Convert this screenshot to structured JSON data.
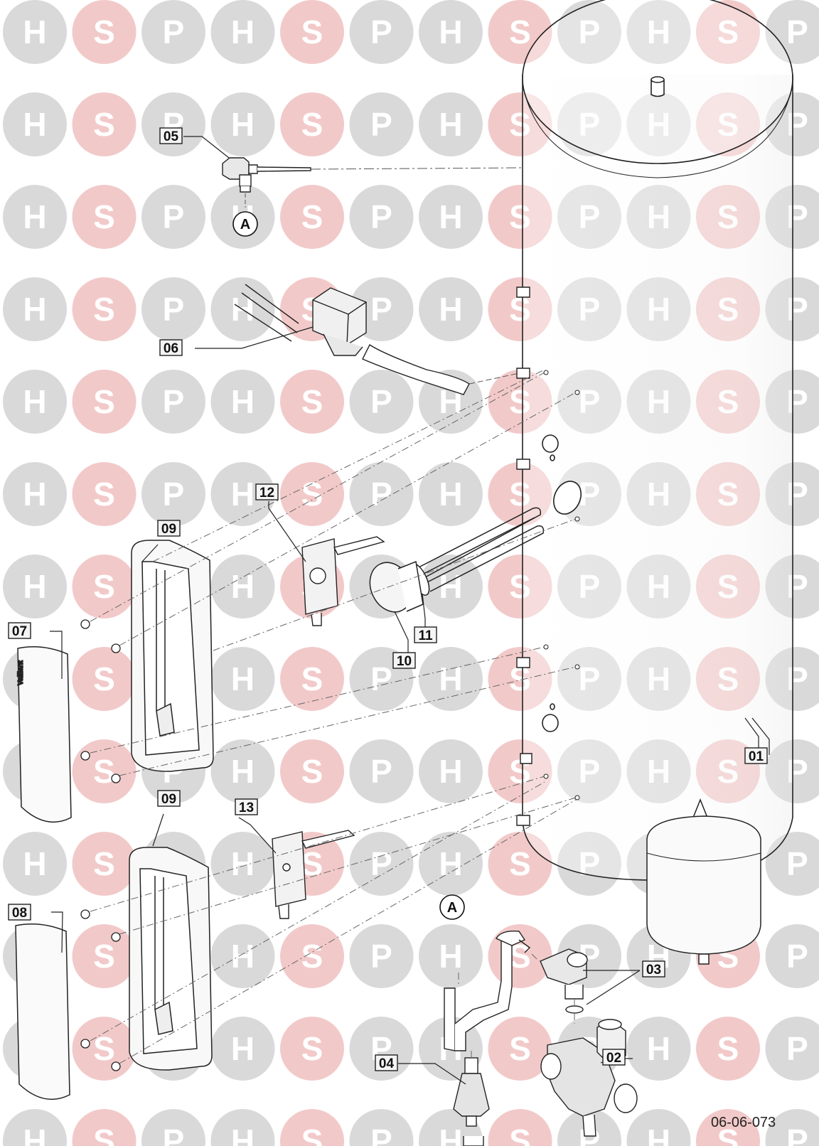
{
  "watermark": {
    "letters": [
      "H",
      "S",
      "P"
    ],
    "colors": {
      "H": "#d9d9d9",
      "S": "#f2c9c9",
      "P": "#d9d9d9"
    },
    "text_colors": {
      "H": "#ffffff",
      "S": "#ffffff",
      "P": "#ffffff"
    }
  },
  "parts": [
    {
      "id": "01",
      "label": "01",
      "item": "expansion-vessel"
    },
    {
      "id": "02",
      "label": "02",
      "item": "inlet-control-group"
    },
    {
      "id": "03",
      "label": "03",
      "item": "expansion-relief-valve"
    },
    {
      "id": "04",
      "label": "04",
      "item": "tundish"
    },
    {
      "id": "05",
      "label": "05",
      "item": "temperature-pressure-relief-valve"
    },
    {
      "id": "06",
      "label": "06",
      "item": "motorised-valve"
    },
    {
      "id": "07",
      "label": "07",
      "item": "upper-front-cover"
    },
    {
      "id": "08",
      "label": "08",
      "item": "lower-front-cover"
    },
    {
      "id": "09",
      "label": "09",
      "item": "cover-frame"
    },
    {
      "id": "10",
      "label": "10",
      "item": "immersion-heater-cap"
    },
    {
      "id": "11",
      "label": "11",
      "item": "immersion-heater"
    },
    {
      "id": "12",
      "label": "12",
      "item": "upper-thermostat"
    },
    {
      "id": "13",
      "label": "13",
      "item": "lower-thermostat"
    }
  ],
  "references": [
    {
      "label": "A"
    },
    {
      "label": "A"
    }
  ],
  "brand": "Vaillant",
  "diagram_code": "06-06-073"
}
